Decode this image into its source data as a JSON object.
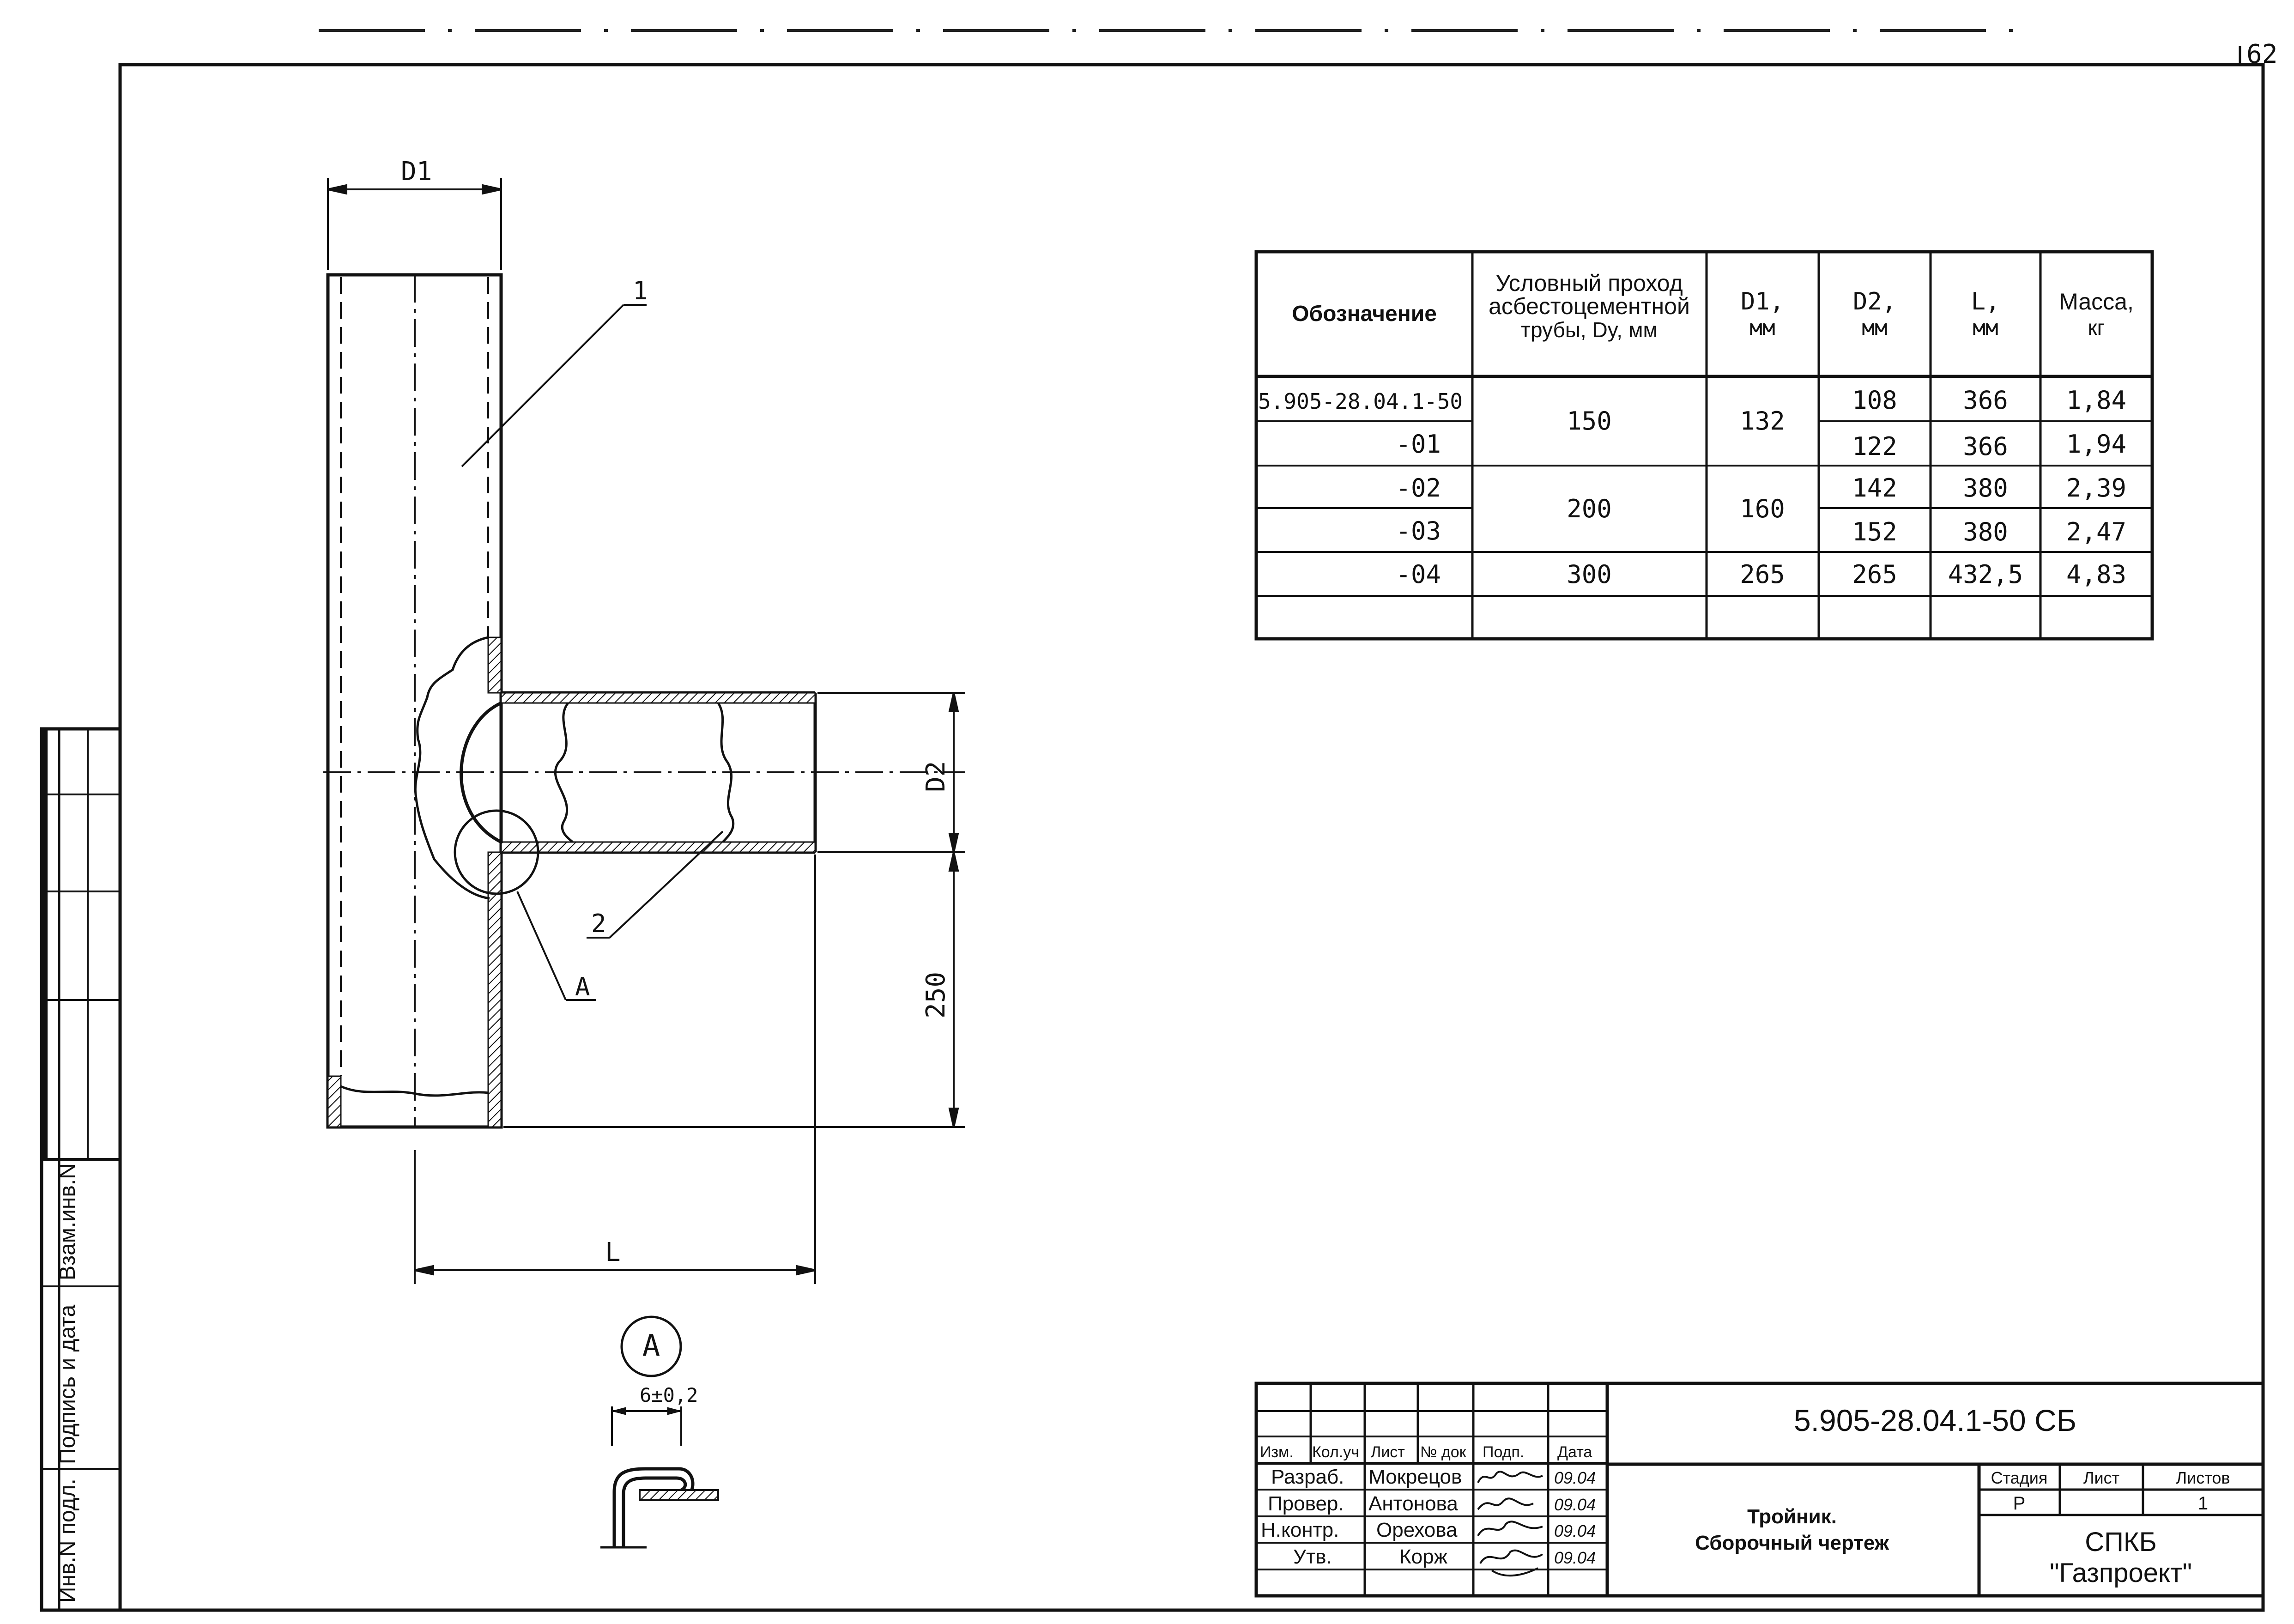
{
  "sheet": {
    "number": "62"
  },
  "view": {
    "labels": {
      "d1": "D1",
      "d2": "D2",
      "len": "L",
      "dim250": "250",
      "pos1": "1",
      "pos2": "2",
      "detail": "A",
      "detail_circle": "A",
      "detail_dim": "6±0,2"
    }
  },
  "table": {
    "headers": {
      "designation": "Обозначение",
      "dn": [
        "Условный проход",
        "асбестоцементной",
        "трубы, Dy, мм"
      ],
      "d1": [
        "D1,",
        "мм"
      ],
      "d2": [
        "D2,",
        "мм"
      ],
      "len": [
        "L,",
        "мм"
      ],
      "mass": [
        "Масса,",
        "кг"
      ]
    },
    "rows": [
      {
        "designation": "5.905-28.04.1-50",
        "dn": "150",
        "d1": "132",
        "d2": "108",
        "len": "366",
        "mass": "1,84"
      },
      {
        "designation": "-01",
        "dn": "150",
        "d1": "132",
        "d2": "122",
        "len": "366",
        "mass": "1,94"
      },
      {
        "designation": "-02",
        "dn": "200",
        "d1": "160",
        "d2": "142",
        "len": "380",
        "mass": "2,39"
      },
      {
        "designation": "-03",
        "dn": "200",
        "d1": "160",
        "d2": "152",
        "len": "380",
        "mass": "2,47"
      },
      {
        "designation": "-04",
        "dn": "300",
        "d1": "265",
        "d2": "265",
        "len": "432,5",
        "mass": "4,83"
      }
    ]
  },
  "stamp": {
    "code": "5.905-28.04.1-50 СБ",
    "cols": {
      "izm": "Изм.",
      "kol": "Кол.уч",
      "list": "Лист",
      "ndoc": "№ док",
      "podp": "Подп.",
      "data": "Дата"
    },
    "people": [
      {
        "role": "Разраб.",
        "name": "Мокрецов",
        "date": "09.04"
      },
      {
        "role": "Провер.",
        "name": "Антонова",
        "date": "09.04"
      },
      {
        "role": "Н.контр.",
        "name": "Орехова",
        "date": "09.04"
      },
      {
        "role": "Утв.",
        "name": "Корж",
        "date": "09.04"
      }
    ],
    "title": [
      "Тройник.",
      "Сборочный чертеж"
    ],
    "stage_label": "Стадия",
    "sheet_label": "Лист",
    "sheets_label": "Листов",
    "stage": "Р",
    "sheet": "",
    "sheets": "1",
    "org": [
      "СПКБ",
      "\"Газпроект\""
    ]
  },
  "sidebar": {
    "labels": [
      "Взам.инв.N",
      "Подпись и дата",
      "Инв.N подл."
    ]
  }
}
